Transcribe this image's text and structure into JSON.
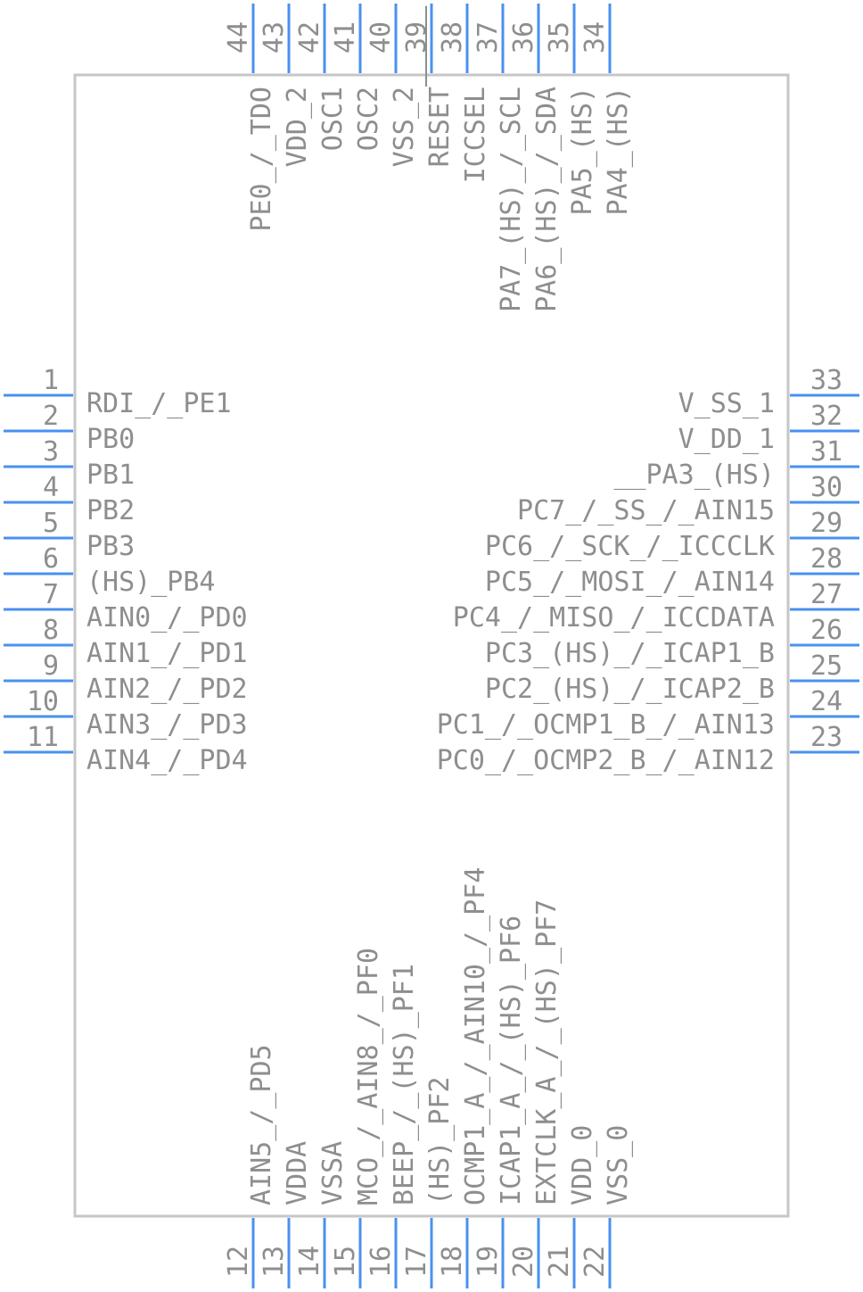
{
  "left_pins": [
    {
      "num": "1",
      "label": "RDI_/_PE1"
    },
    {
      "num": "2",
      "label": "PB0"
    },
    {
      "num": "3",
      "label": "PB1"
    },
    {
      "num": "4",
      "label": "PB2"
    },
    {
      "num": "5",
      "label": "PB3"
    },
    {
      "num": "6",
      "label": "(HS)_PB4"
    },
    {
      "num": "7",
      "label": "AIN0_/_PD0"
    },
    {
      "num": "8",
      "label": "AIN1_/_PD1"
    },
    {
      "num": "9",
      "label": "AIN2_/_PD2"
    },
    {
      "num": "10",
      "label": "AIN3_/_PD3"
    },
    {
      "num": "11",
      "label": "AIN4_/_PD4"
    }
  ],
  "right_pins": [
    {
      "num": "33",
      "label": "V_SS_1"
    },
    {
      "num": "32",
      "label": "V_DD_1"
    },
    {
      "num": "31",
      "label": "__PA3_(HS)"
    },
    {
      "num": "30",
      "label": "PC7_/_SS_/_AIN15"
    },
    {
      "num": "29",
      "label": "PC6_/_SCK_/_ICCCLK"
    },
    {
      "num": "28",
      "label": "PC5_/_MOSI_/_AIN14"
    },
    {
      "num": "27",
      "label": "PC4_/_MISO_/_ICCDATA"
    },
    {
      "num": "26",
      "label": "PC3_(HS)_/_ICAP1_B"
    },
    {
      "num": "25",
      "label": "PC2_(HS)_/_ICAP2_B"
    },
    {
      "num": "24",
      "label": "PC1_/_OCMP1_B_/_AIN13"
    },
    {
      "num": "23",
      "label": "PC0_/_OCMP2_B_/_AIN12"
    }
  ],
  "top_pins": [
    {
      "num": "44",
      "label": "PE0_/_TDO"
    },
    {
      "num": "43",
      "label": "VDD_2"
    },
    {
      "num": "42",
      "label": "OSC1"
    },
    {
      "num": "41",
      "label": "OSC2"
    },
    {
      "num": "40",
      "label": "VSS_2"
    },
    {
      "num": "39",
      "label": "RESET"
    },
    {
      "num": "38",
      "label": "ICCSEL"
    },
    {
      "num": "37",
      "label": "PA7_(HS)_/_SCL"
    },
    {
      "num": "36",
      "label": "PA6_(HS)_/_SDA"
    },
    {
      "num": "35",
      "label": "PA5_(HS)"
    },
    {
      "num": "34",
      "label": "PA4_(HS)"
    }
  ],
  "bottom_pins": [
    {
      "num": "12",
      "label": "AIN5_/_PD5"
    },
    {
      "num": "13",
      "label": "VDDA"
    },
    {
      "num": "14",
      "label": "VSSA"
    },
    {
      "num": "15",
      "label": "MCO_/_AIN8_/_PF0"
    },
    {
      "num": "16",
      "label": "BEEP_/_(HS)_PF1"
    },
    {
      "num": "17",
      "label": "(HS)_PF2"
    },
    {
      "num": "18",
      "label": "OCMP1_A_/_AIN10_/_PF4"
    },
    {
      "num": "19",
      "label": "ICAP1_A_/_(HS)_PF6"
    },
    {
      "num": "20",
      "label": "EXTCLK_A_/_(HS)_PF7"
    },
    {
      "num": "21",
      "label": "VDD_0"
    },
    {
      "num": "22",
      "label": "VSS_0"
    }
  ],
  "colors": {
    "pin": "#4a90ef",
    "outline": "#c6c6c6",
    "text": "#8e8e8e"
  }
}
